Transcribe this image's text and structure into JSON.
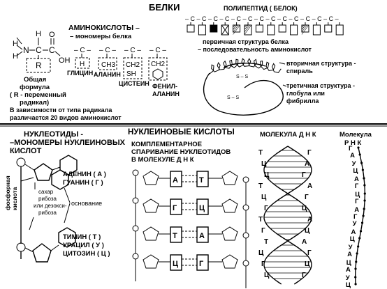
{
  "proteins": {
    "title": "БЕЛКИ",
    "general_formula": {
      "atoms": {
        "h1": "H",
        "h2": "H",
        "n": "N",
        "c1": "C",
        "c2": "C",
        "o": "O",
        "oh": "OH",
        "h3": "H",
        "r": "R"
      },
      "caption": [
        "Общая",
        "формула",
        "( R - переменный",
        "радикал)"
      ]
    },
    "amino_acids": {
      "title": "АМИНОКИСЛОТЫ –",
      "subtitle": "– мономеры белка",
      "items": [
        {
          "radical": "H",
          "name": "ГЛИЦИН"
        },
        {
          "radical": "CH3",
          "name": "АЛАНИН"
        },
        {
          "radical": "CH2\nSH",
          "name": "ЦИСТЕИН"
        },
        {
          "radical": "CH2",
          "name": "ФЕНИЛ-\nАЛАНИН"
        }
      ],
      "note": [
        "В зависимости от типа радикала",
        "различается 20 видов  аминокислот"
      ]
    },
    "polypeptide": {
      "title": "ПОЛИПЕПТИД  ( БЕЛОК)",
      "chain_label": "– C – C – C – C – C – C – C – C – C – C – C – C – C –",
      "primary": [
        "первичная структура белка",
        "– последовательность аминокислот"
      ],
      "secondary": [
        "вторичная структура -",
        "спираль"
      ],
      "tertiary": [
        "третичная структура -",
        "глобула или",
        "фибрилла"
      ],
      "bond_label": "S – S"
    }
  },
  "nucleic_acids": {
    "title": "НУКЛЕИНОВЫЕ  КИСЛОТЫ",
    "nucleotides": {
      "title": [
        "НУКЛЕОТИДЫ -",
        "–МОНОМЕРЫ НУКЛЕИНОВЫХ",
        "КИСЛОТ"
      ],
      "phosphate": [
        "фосфорная",
        "кислота"
      ],
      "sugar": [
        "сахар",
        "рибоза",
        "или дезокси-",
        "рибоза"
      ],
      "base_label": "основание",
      "purines": [
        "АДЕНИН ( А )",
        "ГУАНИН ( Г )"
      ],
      "pyrimidines": [
        "ТИМИН ( Т )",
        "УРАЦИЛ ( У )",
        "ЦИТОЗИН ( Ц )"
      ]
    },
    "complementary": {
      "title": [
        "КОМПЛЕМЕНТАРНОЕ",
        "СПАРИВАНИЕ НУКЛЕОТИДОВ",
        "В МОЛЕКУЛЕ  Д Н К"
      ],
      "pairs": [
        [
          "А",
          "Т"
        ],
        [
          "Г",
          "Ц"
        ],
        [
          "Т",
          "А"
        ],
        [
          "Ц",
          "Г"
        ]
      ]
    },
    "dna": {
      "title": "МОЛЕКУЛА  Д Н К",
      "left_letters": [
        "Т",
        "Ц",
        "Ц",
        "Т",
        "Ц",
        "Г",
        "Т",
        "Г",
        "Т",
        "Ц",
        "Г",
        "Ц"
      ],
      "right_letters": [
        "Г",
        "А",
        "Г",
        "А",
        "Г",
        "Ц",
        "А",
        "Ц",
        "А",
        "Г",
        "Ц",
        "Г"
      ]
    },
    "rna": {
      "title": [
        "Молекула",
        "Р Н К"
      ],
      "letters": [
        "Г",
        "А",
        "У",
        "Ц",
        "А",
        "Г",
        "Ц",
        "Г",
        "А",
        "Г",
        "У",
        "А",
        "Ц",
        "У",
        "А",
        "Ц",
        "А",
        "У",
        "Ц"
      ]
    }
  }
}
